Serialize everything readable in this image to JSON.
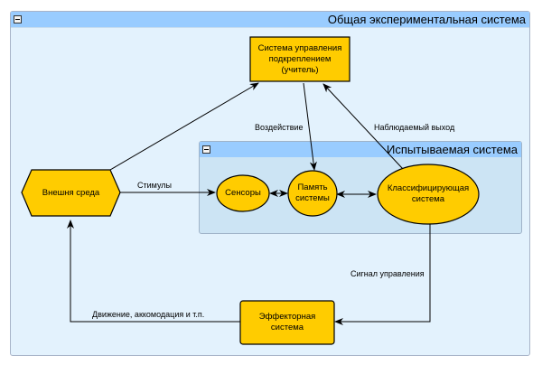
{
  "outer_group": {
    "title": "Общая экспериментальная система"
  },
  "inner_group": {
    "title": "Испытываемая система"
  },
  "nodes": {
    "teacher": {
      "label": "Система управления подкреплением (учитель)",
      "line1": "Система управления",
      "line2": "подкреплением",
      "line3": "(учитель)"
    },
    "environment": {
      "label": "Внешня среда"
    },
    "sensors": {
      "label": "Сенсоры"
    },
    "memory": {
      "line1": "Память",
      "line2": "системы"
    },
    "classifier": {
      "line1": "Классифицирующая",
      "line2": "система"
    },
    "effector": {
      "line1": "Эффекторная",
      "line2": "система"
    }
  },
  "edges": {
    "influence": "Воздействие",
    "observed_output": "Наблюдаемый выход",
    "stimuli": "Стимулы",
    "control_signal": "Сигнал управления",
    "movement": "Движение, аккомодация и т.п."
  },
  "colors": {
    "node_fill": "#ffcc00",
    "outer_bg": "#e3f2fd",
    "inner_bg": "#cce4f4",
    "header": "#99ccff"
  }
}
